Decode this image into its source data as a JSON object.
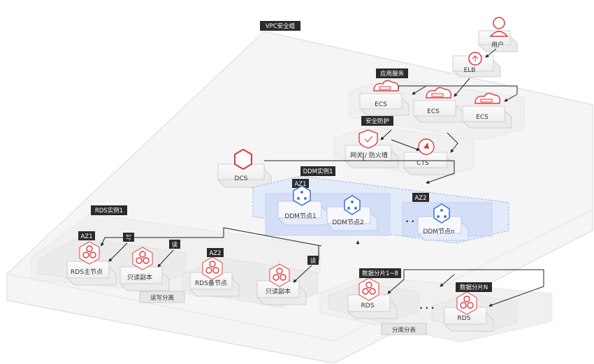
{
  "vpc": {
    "title": "VPC安全组"
  },
  "user": {
    "label": "用户"
  },
  "elb": {
    "label": "ELB"
  },
  "app_service": {
    "title": "应用服务",
    "nodes": [
      "ECS",
      "ECS",
      "ECS"
    ]
  },
  "security": {
    "title": "安全防护",
    "gateway_label": "网关 / 防火墙",
    "cts_label": "CTS"
  },
  "dcs": {
    "label": "DCS"
  },
  "ddm": {
    "title": "DDM实例1",
    "az1": "AZ1",
    "az2": "AZ2",
    "node1": "DDM节点1",
    "node2": "DDM节点2",
    "noden": "DDM节点n",
    "ellipsis": "• • •"
  },
  "rds": {
    "title": "RDS实例1",
    "az1": "AZ1",
    "az2": "AZ2",
    "write": "写",
    "read": "读",
    "primary": "RDS主节点",
    "readonly": "只读副本",
    "standby": "RDS备节点",
    "rw_split": "读写分离"
  },
  "shard": {
    "shard1_8": "数据分片1~8",
    "shardN": "数据分片N",
    "rds": "RDS",
    "footer": "分库分表",
    "ellipsis": "• • •"
  },
  "colors": {
    "accent": "#e0383b",
    "ddm_blue": "#4a78d6",
    "tag_dark": "#2b2b2b"
  }
}
